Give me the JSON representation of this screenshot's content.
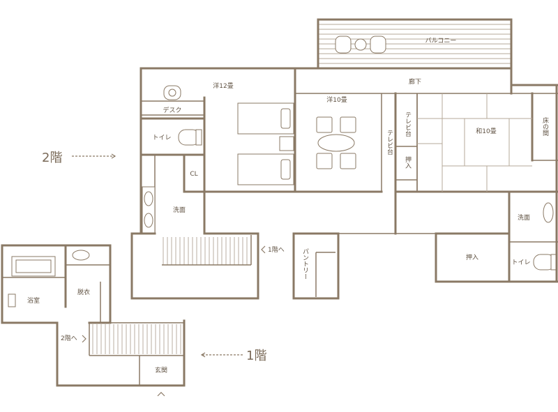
{
  "colors": {
    "wall": "#8a7965",
    "line": "#b5a898",
    "text": "#5f5141"
  },
  "floors": {
    "second": "2階",
    "first": "1階"
  },
  "rooms": {
    "balcony": "バルコニー",
    "corridor": "廊下",
    "western12": "洋12畳",
    "western10": "洋10畳",
    "japanese10": "和10畳",
    "tokonoma": "床の間",
    "desk": "デスク",
    "toilet_2f_left": "トイレ",
    "closet": "CL",
    "washroom_2f_left": "洗面",
    "tv_stand_1": "テレビ台",
    "tv_stand_2": "テレビ台",
    "oshiire_small": "押入",
    "washroom_2f_right": "洗面",
    "oshiire": "押入",
    "toilet_2f_right": "トイレ",
    "pantry": "パントリー",
    "bathroom": "浴室",
    "dressing": "脱衣",
    "entrance": "玄関"
  },
  "stairs": {
    "to_1f": "1階へ",
    "to_2f": "2階へ"
  },
  "icons": {
    "entrance_marker": "up-caret-icon"
  }
}
